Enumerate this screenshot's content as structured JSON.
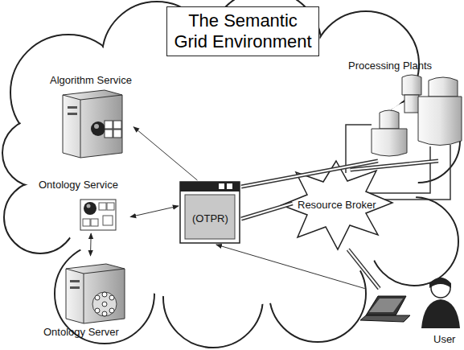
{
  "diagram": {
    "title": "The Semantic Grid Environment",
    "nodes": [
      {
        "text": [
          "Algorithm Service"
        ]
      },
      {
        "text": [
          "Processing Plants"
        ]
      },
      {
        "text": [
          "Ontology Service"
        ]
      },
      {
        "text": [
          "(OTPR)"
        ]
      },
      {
        "text": [
          "Resource Broker"
        ]
      },
      {
        "text": [
          "Ontology Server"
        ]
      },
      {
        "text": [
          "User"
        ]
      }
    ],
    "edges": [
      {
        "from": 3,
        "to": 0,
        "arrow": "to"
      },
      {
        "from": 2,
        "to": 3,
        "arrow": "both"
      },
      {
        "from": 2,
        "to": 5,
        "arrow": "both"
      },
      {
        "from": 3,
        "to": 1,
        "arrow": "none"
      },
      {
        "from": 3,
        "to": 4,
        "arrow": "none"
      },
      {
        "from": 4,
        "to": 1,
        "arrow": "none"
      },
      {
        "from": 6,
        "to": 3,
        "arrow": "to"
      },
      {
        "from": 6,
        "to": 4,
        "arrow": "none"
      }
    ]
  }
}
